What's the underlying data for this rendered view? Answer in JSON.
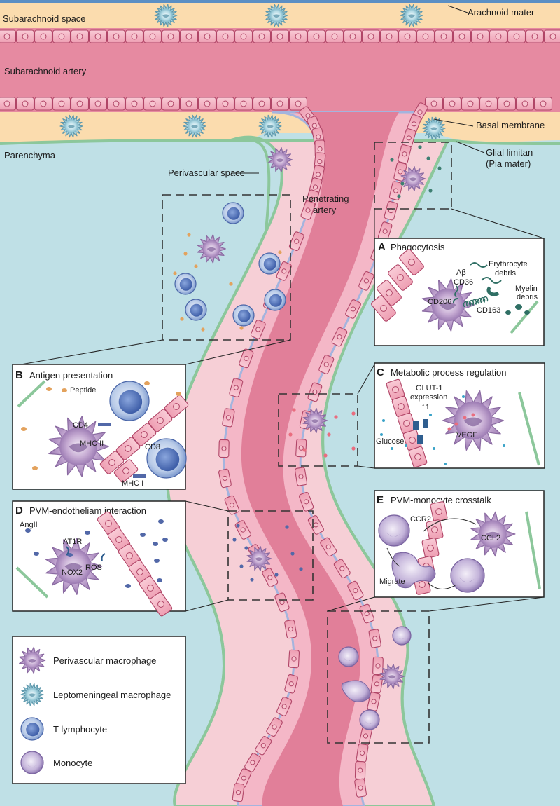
{
  "labels": {
    "subarachnoid_space": "Subarachnoid space",
    "arachnoid_mater": "Arachnoid mater",
    "subarachnoid_artery": "Subarachnoid artery",
    "parenchyma": "Parenchyma",
    "basal_membrane": "Basal membrane",
    "glial_limitan_1": "Glial limitan",
    "glial_limitan_2": "(Pia mater)",
    "perivascular_space": "Perivascular space",
    "penetrating_artery_1": "Penetrating",
    "penetrating_artery_2": "artery"
  },
  "panels": {
    "a": {
      "letter": "A",
      "title": "Phagocytosis",
      "abeta": "Aβ",
      "erythro_1": "Erythrocyte",
      "erythro_2": "debris",
      "cd36": "CD36",
      "cd206": "CD206",
      "cd163": "CD163",
      "myelin_1": "Myelin",
      "myelin_2": "debris"
    },
    "b": {
      "letter": "B",
      "title": "Antigen presentation",
      "peptide": "Peptide",
      "cd4": "CD4",
      "mhc2": "MHC II",
      "cd8": "CD8",
      "mhc1": "MHC I"
    },
    "c": {
      "letter": "C",
      "title": "Metabolic process regulation",
      "glut1_1": "GLUT-1",
      "glut1_2": "expression",
      "arrows": "↑↑",
      "glucose": "Glucose",
      "vegf": "VEGF"
    },
    "d": {
      "letter": "D",
      "title": "PVM-endotheliam interaction",
      "ang2": "AngII",
      "at1r": "AT1R",
      "nox2": "NOX2",
      "ros": "ROS"
    },
    "e": {
      "letter": "E",
      "title": "PVM-monocyte crosstalk",
      "ccr2": "CCR2",
      "ccl2": "CCL2",
      "migrate": "Migrate"
    }
  },
  "legend": [
    {
      "icon": "perivascular-macrophage-icon",
      "label": "Perivascular macrophage"
    },
    {
      "icon": "leptomeningeal-macrophage-icon",
      "label": "Leptomeningeal macrophage"
    },
    {
      "icon": "t-lymphocyte-icon",
      "label": "T lymphocyte"
    },
    {
      "icon": "monocyte-icon",
      "label": "Monocyte"
    }
  ],
  "colors": {
    "csf": "#fbdcae",
    "parenchyma": "#bfe0e6",
    "artery_wall": "#f4b7c7",
    "artery_lumen": "#e68aa1",
    "perivascular": "#f6cfd6",
    "glia": "#8cc79b",
    "macrophage": "#b596c6",
    "lepto_macrophage": "#a8d3df",
    "t_cell": "#5f7fc0",
    "monocyte": "#a793c2"
  }
}
